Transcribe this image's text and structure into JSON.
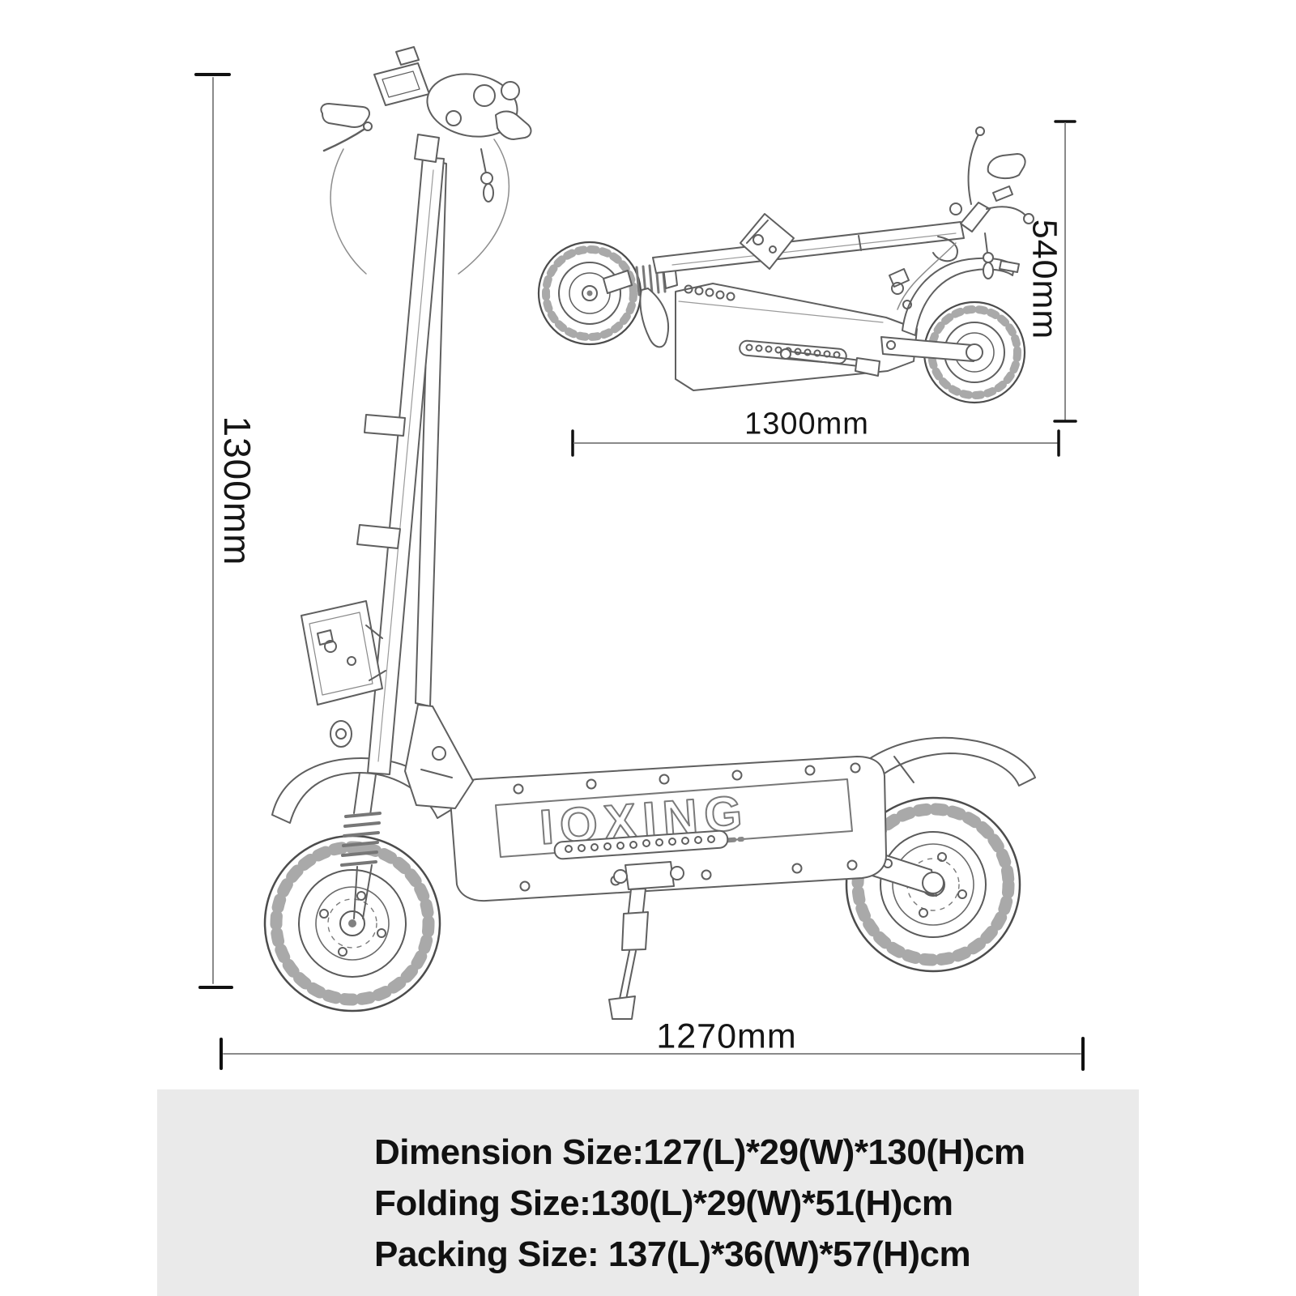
{
  "diagram": {
    "deck_logo": "IOXING",
    "unfolded": {
      "height": "1300mm",
      "length": "1270mm"
    },
    "folded": {
      "height": "540mm",
      "length": "1300mm"
    }
  },
  "specs_panel": {
    "lines": [
      "Dimension Size:127(L)*29(W)*130(H)cm",
      "Folding Size:130(L)*29(W)*51(H)cm",
      "Packing Size: 137(L)*36(W)*57(H)cm"
    ]
  },
  "colors": {
    "background": "#ffffff",
    "panel_background": "#eaeaea",
    "text": "#111111",
    "line_art": "#5f5f5f",
    "dimension_line": "#8a8a8a",
    "tick": "#111111"
  }
}
